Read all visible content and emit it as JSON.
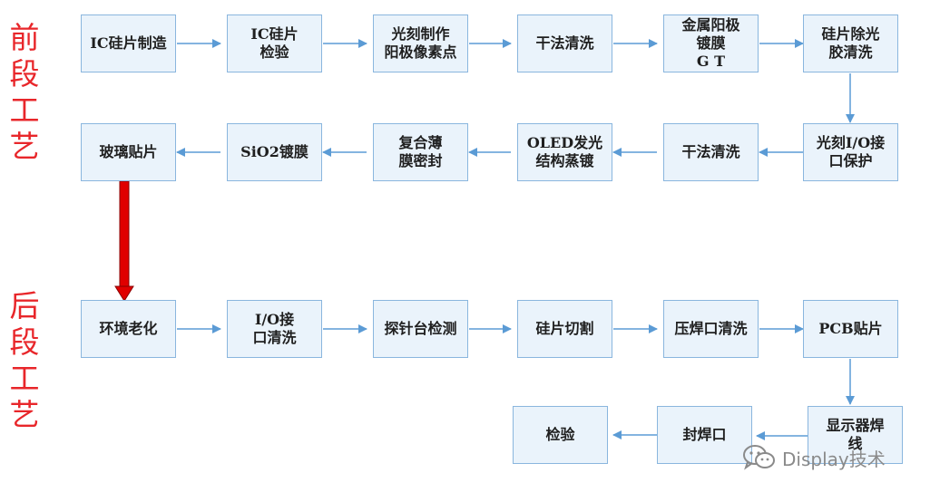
{
  "stages": {
    "front": "前段工艺",
    "back": "后段工艺"
  },
  "steps": [
    {
      "label": "IC硅片制造"
    },
    {
      "label": "IC硅片\n检验"
    },
    {
      "label": "光刻制作\n阳极像素点"
    },
    {
      "label": "干法清洗"
    },
    {
      "label": "金属阳极\n镀膜\nG T"
    },
    {
      "label": "硅片除光\n胶清洗"
    },
    {
      "label": "光刻I/O接\n口保护"
    },
    {
      "label": "干法清洗"
    },
    {
      "label": "OLED发光\n结构蒸镀"
    },
    {
      "label": "复合薄\n膜密封"
    },
    {
      "label": "SiO2镀膜"
    },
    {
      "label": "玻璃贴片"
    },
    {
      "label": "环境老化"
    },
    {
      "label": "I/O接\n口清洗"
    },
    {
      "label": "探针台检测"
    },
    {
      "label": "硅片切割"
    },
    {
      "label": "压焊口清洗"
    },
    {
      "label": "PCB贴片"
    },
    {
      "label": "显示器焊\n线"
    },
    {
      "label": "封焊口"
    },
    {
      "label": "检验"
    }
  ],
  "watermark": {
    "text": "Display技术",
    "icon": "wechat-icon"
  },
  "colors": {
    "stage": "#e8262a",
    "arrow": "#5b9bd5",
    "transition_arrow": "#e00000",
    "box_fill": "#eaf3fb",
    "box_border": "#8ab6de"
  }
}
